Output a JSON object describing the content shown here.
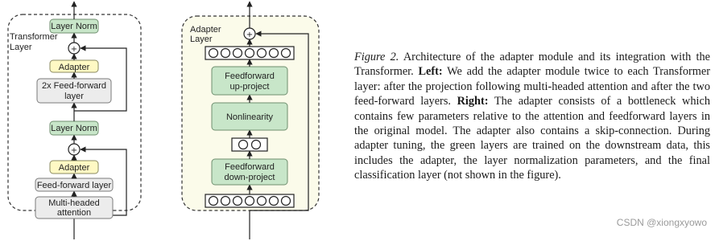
{
  "left_panel": {
    "group_label": "Transformer\nLayer",
    "boxes": {
      "layer_norm_top": "Layer Norm",
      "adapter_top": "Adapter",
      "ffn_line1": "2x Feed-forward",
      "ffn_line2": "layer",
      "layer_norm_mid": "Layer Norm",
      "adapter_bottom": "Adapter",
      "ff_layer": "Feed-forward layer",
      "mha_line1": "Multi-headed",
      "mha_line2": "attention"
    }
  },
  "right_panel": {
    "group_label": "Adapter\nLayer",
    "boxes": {
      "up_line1": "Feedforward",
      "up_line2": "up-project",
      "nonlinearity": "Nonlinearity",
      "down_line1": "Feedforward",
      "down_line2": "down-project"
    }
  },
  "caption": {
    "figure_label": "Figure 2.",
    "text_1": " Architecture of the adapter module and its integration with the Transformer. ",
    "left_label": "Left:",
    "text_2": " We add the adapter module twice to each Transformer layer: after the projection following multi-headed attention and after the two feed-forward layers. ",
    "right_label": "Right:",
    "text_3": " The adapter consists of a bottleneck which contains few parameters relative to the attention and feedforward layers in the original model. The adapter also contains a skip-connection. During adapter tuning, the green layers are trained on the downstream data, this includes the adapter, the layer normalization parameters, and the final classification layer (not shown in the figure)."
  },
  "watermark": "CSDN @xiongxyowo",
  "colors": {
    "green": "#c8e6c9",
    "yellow": "#fff9c4",
    "gray": "#ececec"
  }
}
